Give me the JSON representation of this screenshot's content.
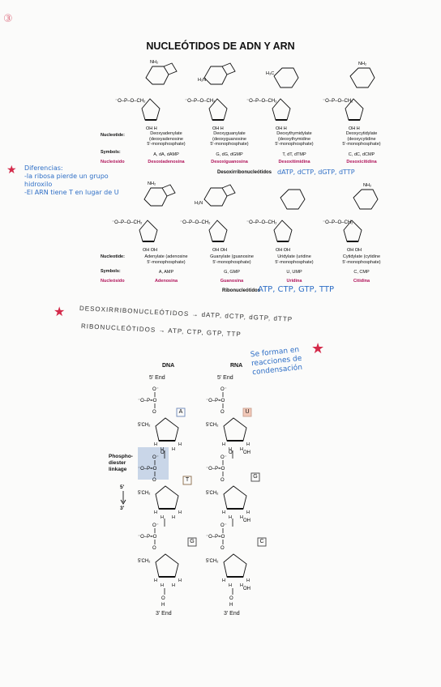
{
  "page_mark": "③",
  "title": "NUCLEÓTIDOS DE ADN Y ARN",
  "atoms": {
    "O": "O",
    "H": "H",
    "OH": "OH",
    "Ominus": "O⁻",
    "P": "P",
    "N": "N",
    "NH2": "NH₂",
    "H2N": "H₂N",
    "H3C": "H₃C",
    "CH2": "CH₂",
    "CH2_5": "5'CH₂"
  },
  "deoxy": {
    "row_labels": {
      "nucleotide": "Nucleotide:",
      "symbols": "Symbols:",
      "nucleoside": "Nucleósido"
    },
    "items": [
      {
        "name": "Deoxyadenylate\n(deoxyadenosine\n5'-monophosphate)",
        "symbols": "A, dA, dAMP",
        "nucleoside": "Desoxiadenosina"
      },
      {
        "name": "Deoxyguanylate\n(deoxyguanosine\n5'-monophosphate)",
        "symbols": "G, dG, dGMP",
        "nucleoside": "Desoxiguanosina"
      },
      {
        "name": "Deoxythymidylate\n(deoxythymidine\n5'-monophosphate)",
        "symbols": "T, dT, dTMP",
        "nucleoside": "Desoxitimidina"
      },
      {
        "name": "Deoxycytidylate\n(deoxycytidine\n5'-monophosphate)",
        "symbols": "C, dC, dCMP",
        "nucleoside": "Desoxicitidina"
      }
    ],
    "caption": "Desoxirribonucleótidos",
    "caption_hand": "dATP, dCTP, dGTP, dTTP"
  },
  "ribo": {
    "row_labels": {
      "nucleotide": "Nucleotide:",
      "symbols": "Symbols:",
      "nucleoside": "Nucleósido"
    },
    "items": [
      {
        "name": "Adenylate (adenosine\n5'-monophosphate)",
        "symbols": "A, AMP",
        "nucleoside": "Adenosina"
      },
      {
        "name": "Guanylate (guanosine\n5'-monophosphate)",
        "symbols": "G, GMP",
        "nucleoside": "Guanosina"
      },
      {
        "name": "Uridylate (uridine\n5'-monophosphate)",
        "symbols": "U, UMP",
        "nucleoside": "Uridina"
      },
      {
        "name": "Cytidylate (cytidine\n5'-monophosphate)",
        "symbols": "C, CMP",
        "nucleoside": "Citidina"
      }
    ],
    "caption": "Ribonucleótidos",
    "caption_hand": "ATP, CTP, GTP, TTP"
  },
  "notes": {
    "diff_title": "Diferencias:",
    "diff_line1": "-la ribosa pierde un grupo",
    "diff_line2": "hidroxilo",
    "diff_line3": "-El ARN tiene T en lugar de U",
    "hand_line1_left": "DESOXIRRIBONUCLEÓTIDOS",
    "hand_line1_right": "dATP, dCTP, dGTP, dTTP",
    "hand_line2_left": "RIBONUCLEÓTIDOS",
    "hand_line2_right": "ATP, CTP, GTP, TTP",
    "arrow": "→",
    "formation_1": "Se forman en",
    "formation_2": "reacciones de",
    "formation_3": "condensación"
  },
  "chain": {
    "dna_label": "DNA",
    "rna_label": "RNA",
    "five_end": "5' End",
    "three_end": "3' End",
    "phospho_1": "Phospho-",
    "phospho_2": "diester",
    "phospho_3": "linkage",
    "dir_5": "5'",
    "dir_3": "3'",
    "dna_bases": [
      "A",
      "T",
      "G"
    ],
    "rna_bases": [
      "U",
      "G",
      "C"
    ]
  },
  "colors": {
    "accent_blue": "#2f6fc6",
    "nucleoside_magenta": "#b0145a",
    "star_red": "#d42a4a",
    "box_blue": "#c9d6e8",
    "base_box_u": "#f3c9b9"
  }
}
